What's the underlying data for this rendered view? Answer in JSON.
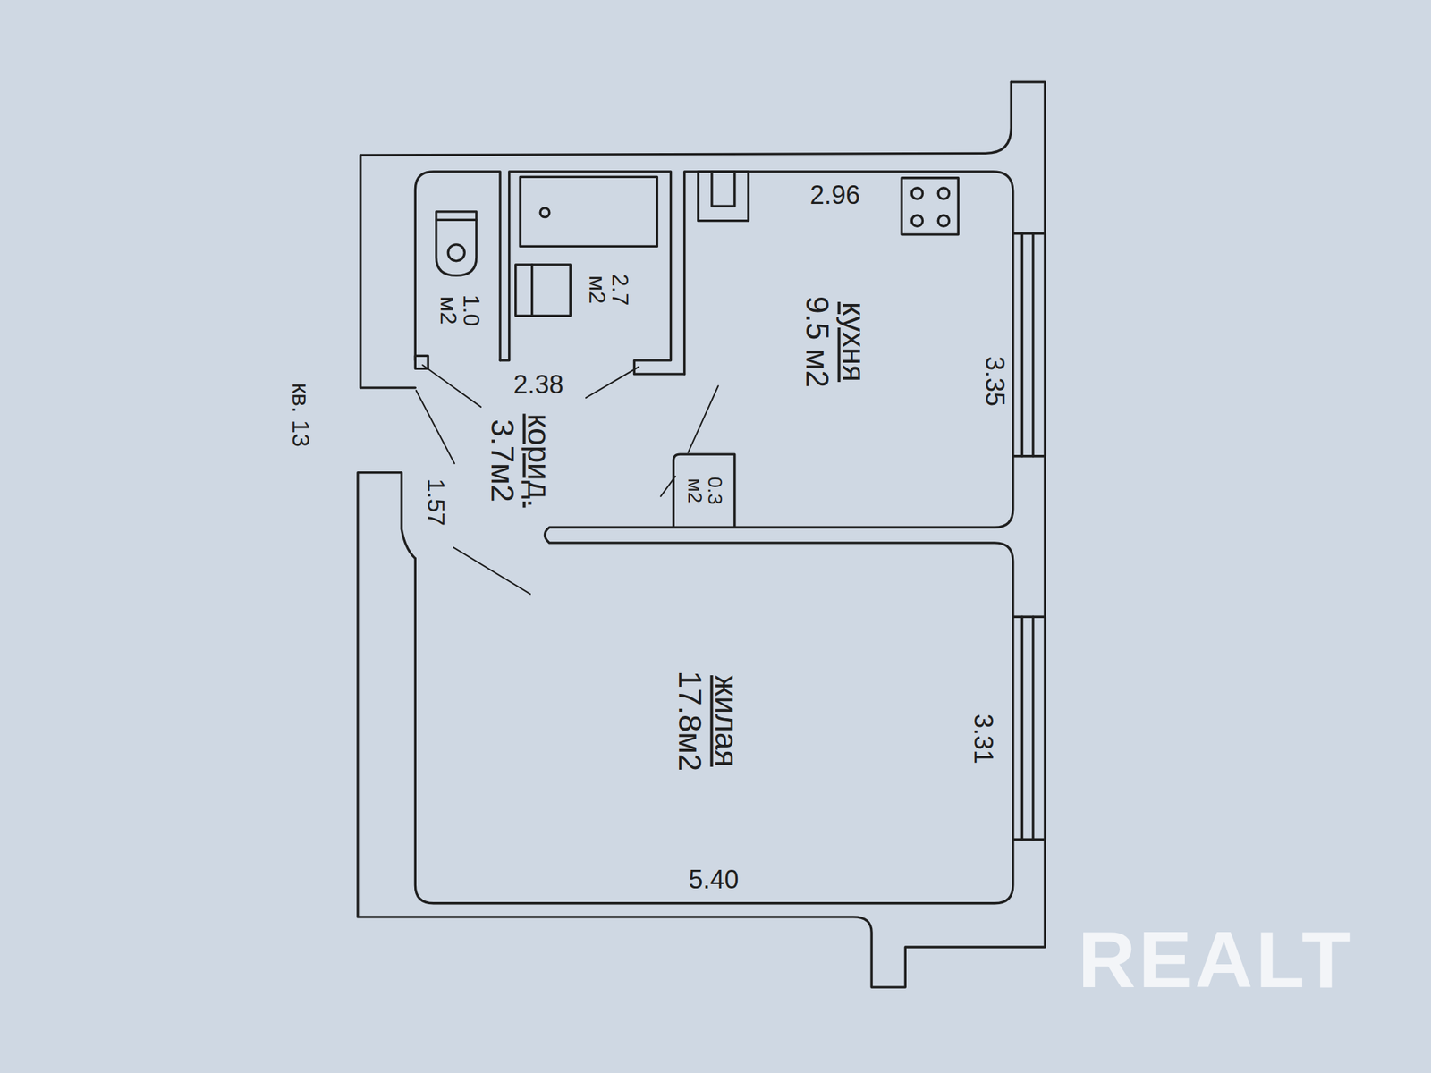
{
  "diagram": {
    "nodes": [
      {
        "text": [
          "1.0 м2"
        ]
      },
      {
        "text": [
          "2.7 м2"
        ]
      },
      {
        "text": [
          "кухня",
          "9.5 м2"
        ]
      },
      {
        "text": [
          "корид.",
          "3.7м2"
        ]
      },
      {
        "text": [
          "0.3 м2"
        ]
      },
      {
        "text": [
          "жилая",
          "17.8м2"
        ]
      }
    ],
    "edges": [],
    "labels": [
      "2.96",
      "3.35",
      "2.38",
      "1.57",
      "3.31",
      "5.40",
      "кв. 13",
      "REALT"
    ]
  }
}
